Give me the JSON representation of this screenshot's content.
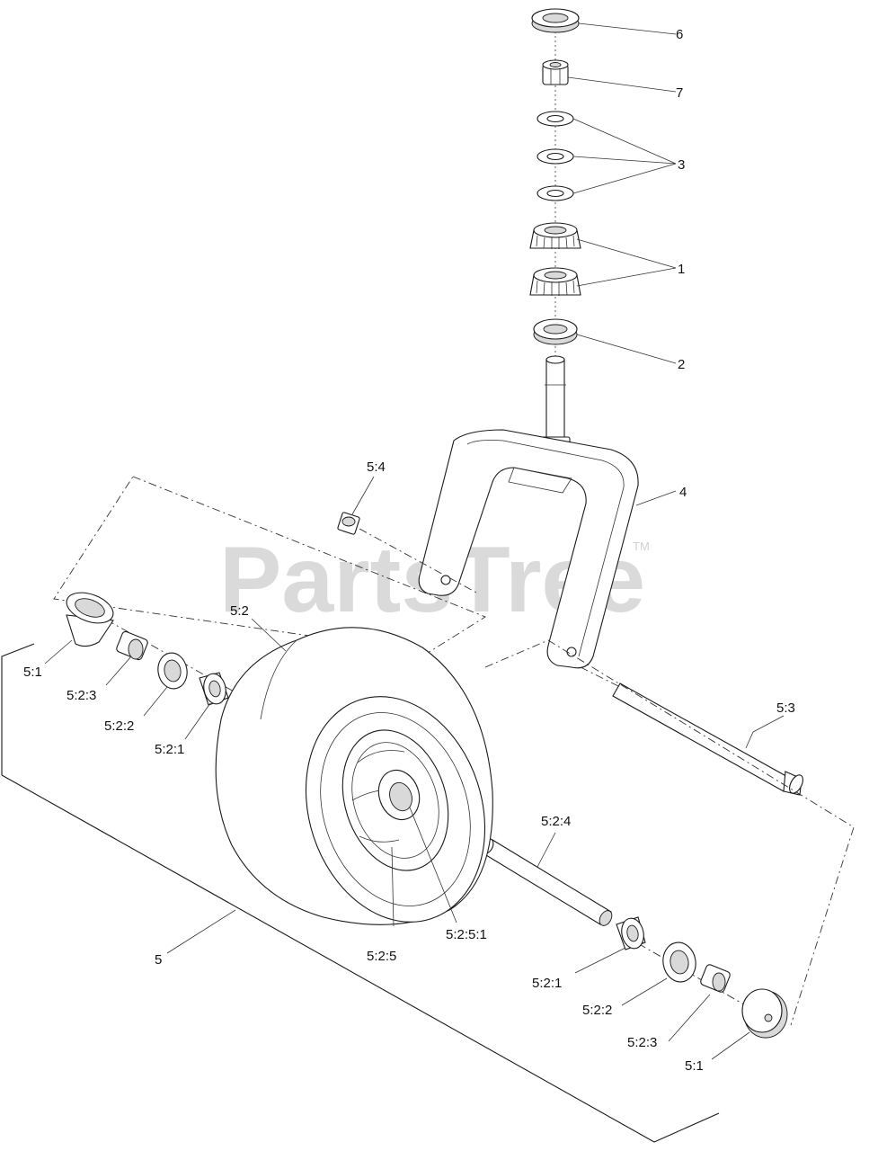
{
  "watermark": {
    "text": "PartsTree",
    "trademark": "TM"
  },
  "callouts": {
    "c6": "6",
    "c7": "7",
    "c3": "3",
    "c1": "1",
    "c2": "2",
    "c4": "4",
    "c5_4": "5:4",
    "c5_2": "5:2",
    "c5_1_left": "5:1",
    "c5_2_3_left": "5:2:3",
    "c5_2_2_left": "5:2:2",
    "c5_2_1_left": "5:2:1",
    "c5_3": "5:3",
    "c5_2_4": "5:2:4",
    "c5_2_5_1": "5:2:5:1",
    "c5_2_5": "5:2:5",
    "c5": "5",
    "c5_2_1_right": "5:2:1",
    "c5_2_2_right": "5:2:2",
    "c5_2_3_right": "5:2:3",
    "c5_1_right": "5:1"
  }
}
